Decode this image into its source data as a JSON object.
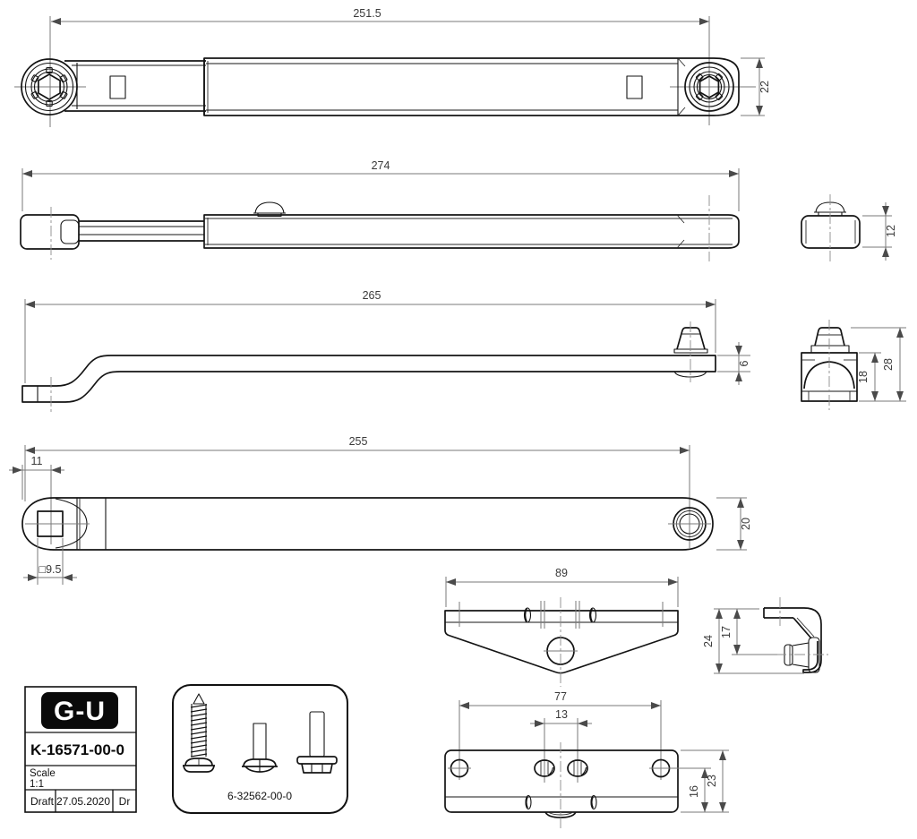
{
  "drawing": {
    "top_view": {
      "length": "251.5",
      "height": "22"
    },
    "side_view": {
      "length": "274",
      "cap_height": "12"
    },
    "link_arm_view": {
      "length": "265",
      "thickness": "6",
      "block_height": "18",
      "overall_height": "28"
    },
    "flat_arm_view": {
      "length": "255",
      "hole_offset": "11",
      "square_hole": "□9.5",
      "width": "20"
    },
    "bracket_view": {
      "length": "89",
      "height": "24",
      "pin_offset": "17"
    },
    "plate_view": {
      "hole_spacing": "77",
      "slot_spacing": "13",
      "edge_offset": "16",
      "width": "23"
    },
    "title_block": {
      "logo": "G-U",
      "part_number": "K-16571-00-0",
      "scale_label": "Scale",
      "scale_value": "1:1",
      "stage_label": "Draft",
      "date": "27.05.2020",
      "author_label": "Dr"
    },
    "hardware_kit": {
      "part_number": "6-32562-00-0"
    }
  }
}
